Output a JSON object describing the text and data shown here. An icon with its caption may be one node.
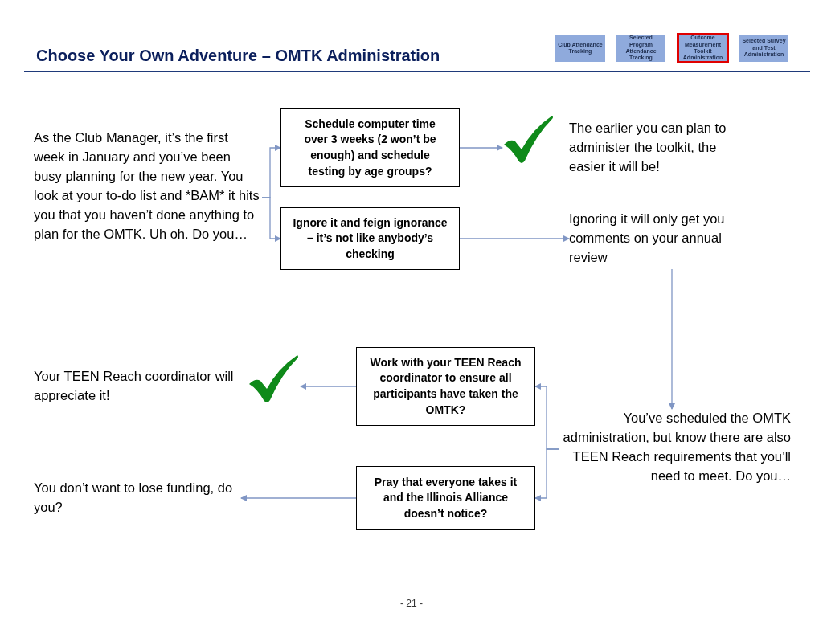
{
  "diagram": {
    "title": "Choose Your Own Adventure – OMTK Administration",
    "nodes": [
      {
        "text": [
          "Club Attendance Tracking"
        ]
      },
      {
        "text": [
          "Selected Program Attendance Tracking"
        ]
      },
      {
        "text": [
          "Outcome Measurement Toolkit Administration"
        ]
      },
      {
        "text": [
          "Selected Survey and Test Administration"
        ]
      },
      {
        "text": [
          "As the Club Manager, it’s the first week in January and you’ve been busy planning for the new year. You look at your to-do list and *BAM* it hits you that you haven’t done anything to plan for the OMTK.  Uh oh.  Do you…"
        ]
      },
      {
        "text": [
          "Schedule computer time over 3 weeks (2 won’t be enough) and schedule testing by age groups?"
        ]
      },
      {
        "text": [],
        "shape": "check"
      },
      {
        "text": [
          "Ignore it and feign ignorance – it’s not like anybody’s checking"
        ]
      },
      {
        "text": [
          "Ignoring it will only get you comments on your annual review"
        ]
      },
      {
        "text": [
          "Work with your TEEN Reach coordinator to ensure all participants have taken the OMTK?"
        ]
      },
      {
        "text": [],
        "shape": "check"
      },
      {
        "text": [
          "You’ve scheduled the OMTK administration, but know there are also TEEN Reach requirements that you’ll need to meet.  Do you…"
        ]
      },
      {
        "text": [
          "Pray that everyone takes it and the Illinois Alliance doesn’t notice?"
        ]
      },
      {
        "text": [
          "You don’t want to lose funding, do you?"
        ]
      }
    ],
    "edges": [
      {
        "from": 4,
        "to": 5,
        "arrow": "to"
      },
      {
        "from": 4,
        "to": 7,
        "arrow": "to"
      },
      {
        "from": 5,
        "to": 6,
        "arrow": "to"
      },
      {
        "from": 7,
        "to": 8,
        "arrow": "to"
      },
      {
        "from": 8,
        "to": 11,
        "arrow": "to"
      },
      {
        "from": 11,
        "to": 9,
        "arrow": "to"
      },
      {
        "from": 11,
        "to": 12,
        "arrow": "to"
      },
      {
        "from": 9,
        "to": 10,
        "arrow": "to"
      },
      {
        "from": 12,
        "to": 13,
        "arrow": "to"
      }
    ],
    "labels": [
      "The earlier you can plan to administer the toolkit, the easier it will be!",
      "Your TEEN Reach coordinator will appreciate it!",
      "- 21 -"
    ]
  }
}
